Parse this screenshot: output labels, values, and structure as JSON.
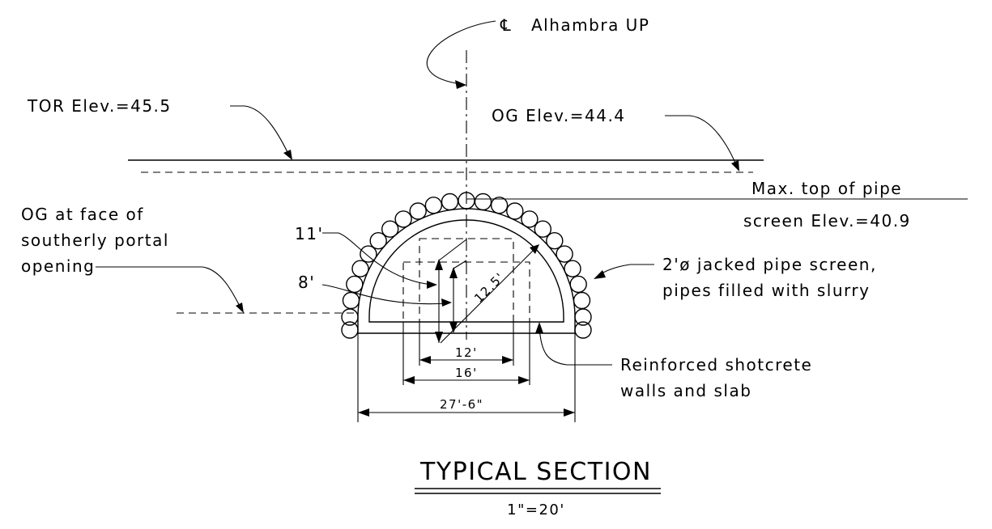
{
  "labels": {
    "centerline_symbol": "℄",
    "centerline": "Alhambra UP",
    "tor": "TOR Elev.=45.5",
    "og": "OG Elev.=44.4",
    "max_top_line1": "Max. top of pipe",
    "max_top_line2": "screen Elev.=40.9",
    "og_face_line1": "OG at face of",
    "og_face_line2": "southerly portal",
    "og_face_line3": "opening",
    "pipe_screen_line1": "2'ø jacked pipe screen,",
    "pipe_screen_line2": "pipes filled with slurry",
    "shotcrete_line1": "Reinforced shotcrete",
    "shotcrete_line2": "walls and slab"
  },
  "dimensions": {
    "h11": "11'",
    "h8": "8'",
    "radius": "12.5'",
    "w12": "12'",
    "w16": "16'",
    "w27": "27'-6\""
  },
  "title": {
    "main": "TYPICAL SECTION",
    "scale": "1\"=20'"
  }
}
